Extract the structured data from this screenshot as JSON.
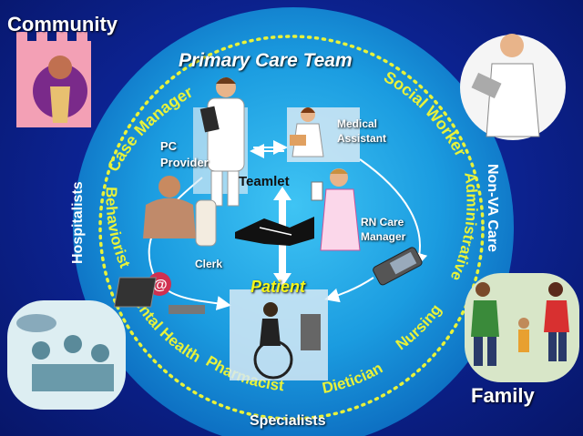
{
  "title": "Primary Care Team",
  "corners": {
    "top_left": "Community",
    "bottom_right": "Family"
  },
  "outer_ring": {
    "left": "Hospitalists",
    "right": "Non-VA Care",
    "bottom": "Specialists"
  },
  "inner_ring": {
    "case_manager": "Case Manager",
    "social_worker": "Social Worker",
    "behaviorist": "Behaviorist",
    "administrative": "Administrative",
    "mental_health": "Mental Health",
    "nursing": "Nursing",
    "pharmacist": "Pharmacist",
    "dietician": "Dietician"
  },
  "teamlet": {
    "label": "Teamlet",
    "pc_provider": "PC Provider",
    "medical_assistant": "Medical Assistant",
    "rn_care_manager": "RN Care Manager",
    "clerk": "Clerk",
    "patient": "Patient"
  },
  "colors": {
    "background": "#0b1f8c",
    "circle": "#1a9be0",
    "ring_text": "#e8f23a",
    "patient_text": "#f5f51a",
    "white": "#ffffff"
  },
  "icons": [
    "community-clipart",
    "doctor-clipart",
    "surgery-clipart",
    "family-clipart",
    "pc-provider-clipart",
    "medical-assistant-clipart",
    "clerk-clipart",
    "handshake-clipart",
    "nurse-clipart",
    "phone-clipart",
    "email-laptop-clipart",
    "wheelchair-patient-clipart"
  ]
}
